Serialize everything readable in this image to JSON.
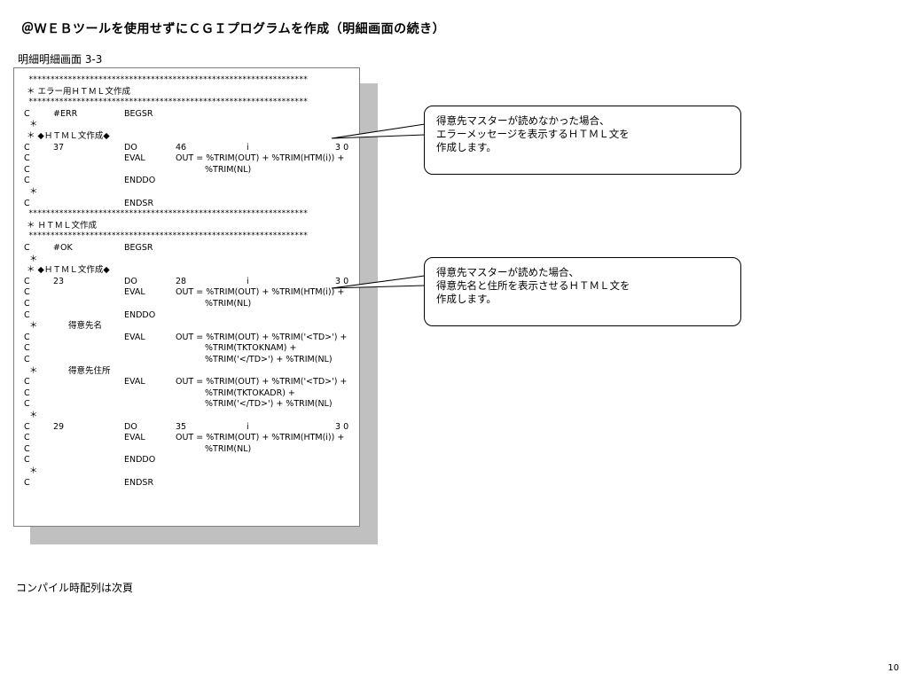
{
  "title": "＠ＷＥＢツールを使用せずにＣＧＩプログラムを作成（明細画面の続き）",
  "subtitle": "明細明細画面 3-3",
  "code_lines": [
    {
      "stars": "****************************************************************"
    },
    {
      "comment": "＊ エラー用ＨＴＭＬ文作成"
    },
    {
      "stars": "****************************************************************"
    },
    {
      "c1": "C",
      "c2": "#ERR",
      "c3": "BEGSR"
    },
    {
      "comment": " ＊"
    },
    {
      "comment": "＊ ◆ＨＴＭＬ文作成◆"
    },
    {
      "c1": "C",
      "c2": "37",
      "c3": "DO",
      "c4": "46",
      "c5": "i",
      "c6": "3 0"
    },
    {
      "c1": "C",
      "c3": "EVAL",
      "c4": "OUT = %TRIM(OUT) + %TRIM(HTM(i)) +"
    },
    {
      "c1": "C",
      "c4b": "%TRIM(NL)"
    },
    {
      "c1": "C",
      "c3": "ENDDO"
    },
    {
      "comment": " ＊"
    },
    {
      "c1": "C",
      "c3": "ENDSR"
    },
    {
      "stars": "****************************************************************"
    },
    {
      "comment": "＊ ＨＴＭＬ文作成"
    },
    {
      "stars": "****************************************************************"
    },
    {
      "c1": "C",
      "c2": "#OK",
      "c3": "BEGSR"
    },
    {
      "comment": " ＊"
    },
    {
      "comment": "＊ ◆ＨＴＭＬ文作成◆"
    },
    {
      "c1": "C",
      "c2": "23",
      "c3": "DO",
      "c4": "28",
      "c5": "i",
      "c6": "3 0"
    },
    {
      "c1": "C",
      "c3": "EVAL",
      "c4": "OUT = %TRIM(OUT) + %TRIM(HTM(i)) +"
    },
    {
      "c1": "C",
      "c4b": "%TRIM(NL)"
    },
    {
      "c1": "C",
      "c3": "ENDDO"
    },
    {
      "comment": " ＊",
      "c2": "得意先名"
    },
    {
      "c1": "C",
      "c3": "EVAL",
      "c4": "OUT = %TRIM(OUT) + %TRIM('<TD>') +"
    },
    {
      "c1": "C",
      "c4b": "%TRIM(TKTOKNAM) +"
    },
    {
      "c1": "C",
      "c4b": "%TRIM('</TD>') + %TRIM(NL)"
    },
    {
      "comment": " ＊",
      "c2": "得意先住所"
    },
    {
      "c1": "C",
      "c3": "EVAL",
      "c4": "OUT = %TRIM(OUT) + %TRIM('<TD>') +"
    },
    {
      "c1": "C",
      "c4b": "%TRIM(TKTOKADR) +"
    },
    {
      "c1": "C",
      "c4b": "%TRIM('</TD>') + %TRIM(NL)"
    },
    {
      "comment": " ＊"
    },
    {
      "c1": "C",
      "c2": "29",
      "c3": "DO",
      "c4": "35",
      "c5": "i",
      "c6": "3 0"
    },
    {
      "c1": "C",
      "c3": "EVAL",
      "c4": "OUT = %TRIM(OUT) + %TRIM(HTM(i)) +"
    },
    {
      "c1": "C",
      "c4b": "%TRIM(NL)"
    },
    {
      "c1": "C",
      "c3": "ENDDO"
    },
    {
      "comment": " ＊"
    },
    {
      "c1": "C",
      "c3": "ENDSR"
    }
  ],
  "callout1": [
    "得意先マスターが読めなかった場合、",
    "エラーメッセージを表示するＨＴＭＬ文を",
    "作成します。"
  ],
  "callout2": [
    "得意先マスターが読めた場合、",
    "得意先名と住所を表示させるＨＴＭＬ文を",
    "作成します。"
  ],
  "footer_note": "コンパイル時配列は次頁",
  "page_number": "10"
}
